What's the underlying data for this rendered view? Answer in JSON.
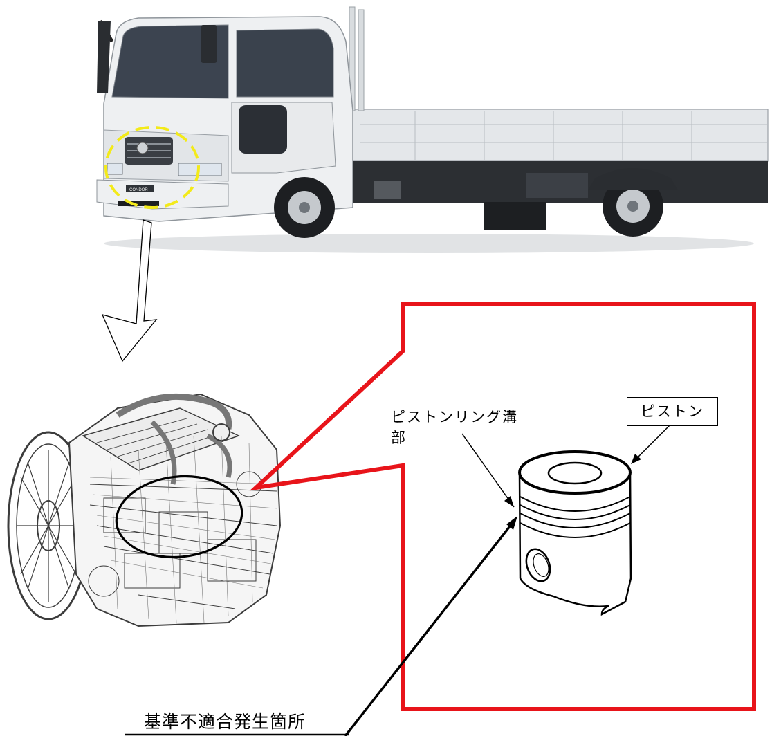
{
  "labels": {
    "piston_ring_groove_line1": "ピストンリング溝",
    "piston_ring_groove_line2": "部",
    "piston": "ピストン",
    "defect_location": "基準不適合発生箇所"
  },
  "truck": {
    "badge_text": "CONDOR"
  },
  "colors": {
    "callout_frame": "#e8141a",
    "highlight_circle": "#f3ea1a",
    "line": "#000000",
    "truck_body": "#eef0f2"
  }
}
